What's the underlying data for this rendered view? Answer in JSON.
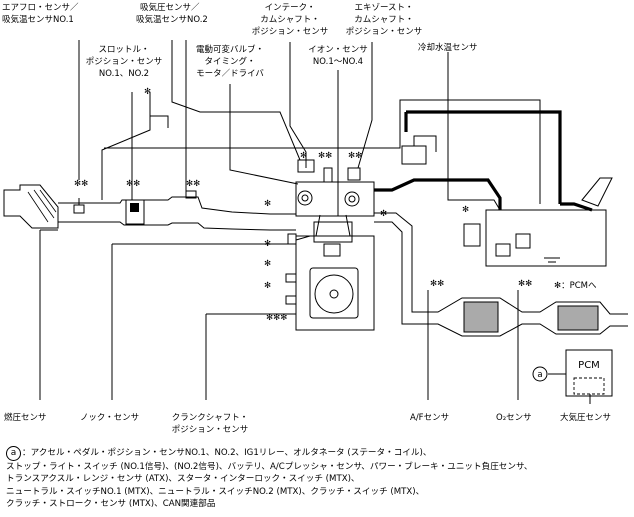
{
  "labels": {
    "airflow": [
      "エアフロ・センサ／",
      "吸気温センサNO.1"
    ],
    "map": [
      "吸気圧センサ／",
      "吸気温センサNO.2"
    ],
    "intake_cam": [
      "インテーク・",
      "カムシャフト・",
      "ポジション・センサ"
    ],
    "exhaust_cam": [
      "エキゾースト・",
      "カムシャフト・",
      "ポジション・センサ"
    ],
    "throttle": [
      "スロットル・",
      "ポジション・センサ",
      "NO.1、NO.2"
    ],
    "vvt": [
      "電動可変バルブ・",
      "タイミング・",
      "モータ／ドライバ"
    ],
    "ion": [
      "イオン・センサ",
      "NO.1～NO.4"
    ],
    "coolant": "冷却水温センサ",
    "pcm_note": "✻：PCMへ",
    "pcm_box": "PCM",
    "fuel_pressure": "燃圧センサ",
    "knock": "ノック・センサ",
    "crankshaft": [
      "クランクシャフト・",
      "ポジション・センサ"
    ],
    "af_sensor": "A/Fセンサ",
    "o2_sensor": "O₂センサ",
    "baro_sensor": "大気圧センサ",
    "callout_a": "a",
    "pcm_mark": "✻",
    "double_mark": "✻✻",
    "triple_mark": "✻✻✻"
  },
  "footnote": {
    "marker": "a",
    "text": "：アクセル・ペダル・ポジション・センサNO.1、NO.2、IG1リレー、オルタネータ (ステータ・コイル)、\nストップ・ライト・スイッチ (NO.1信号)、(NO.2信号)、バッテリ、A/Cプレッシャ・センサ、パワー・ブレーキ・ユニット負圧センサ、\nトランスアクスル・レンジ・センサ (ATX)、スタータ・インターロック・スイッチ (MTX)、\nニュートラル・スイッチNO.1 (MTX)、ニュートラル・スイッチNO.2 (MTX)、クラッチ・スイッチ (MTX)、\nクラッチ・ストローク・センサ (MTX)、CAN関連部品"
  }
}
